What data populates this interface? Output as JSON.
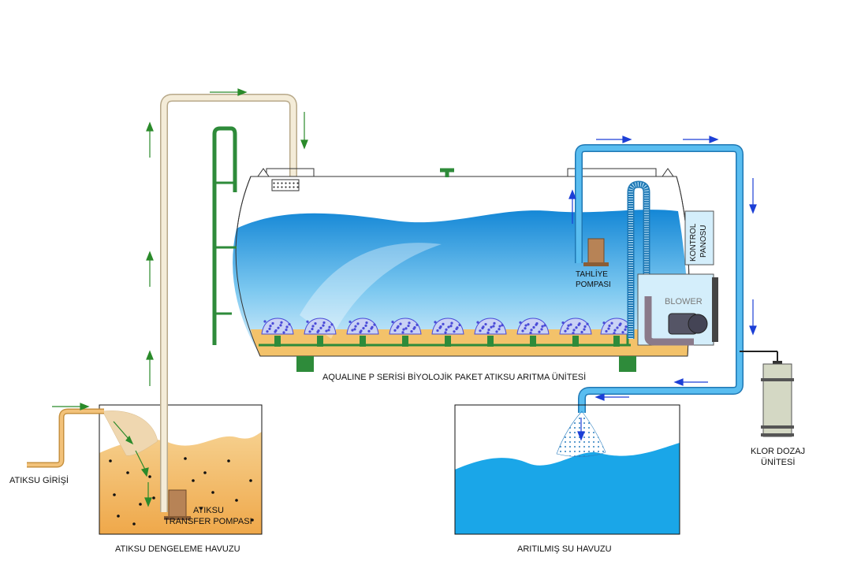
{
  "labels": {
    "inlet": "ATIKSU GİRİŞİ",
    "equalization_tank": "ATIKSU DENGELEME HAVUZU",
    "transfer_pump_line1": "ATIKSU",
    "transfer_pump_line2": "TRANSFER POMPASI",
    "discharge_pump_line1": "TAHLİYE",
    "discharge_pump_line2": "POMPASI",
    "control_panel_line1": "KONTROL",
    "control_panel_line2": "PANOSU",
    "blower": "BLOWER",
    "unit_title": "AQUALINE P SERİSİ BİYOLOJİK PAKET ATIKSU ARITMA ÜNİTESİ",
    "treated_water_tank": "ARITILMIŞ SU HAVUZU",
    "chlorine_line1": "KLOR DOZAJ",
    "chlorine_line2": "ÜNİTESİ"
  },
  "colors": {
    "sewage": "#f2b85e",
    "clean_water": "#1aa6e8",
    "tank_body": "#f3c26a",
    "green_pipe": "#2e8b3a",
    "beige_pipe": "#efe3c4",
    "blue_pipe": "#4fb6ea",
    "diffuser": "#4a4ad8",
    "flow_green": "#2a8a2a",
    "flow_blue": "#1c3fd6"
  }
}
